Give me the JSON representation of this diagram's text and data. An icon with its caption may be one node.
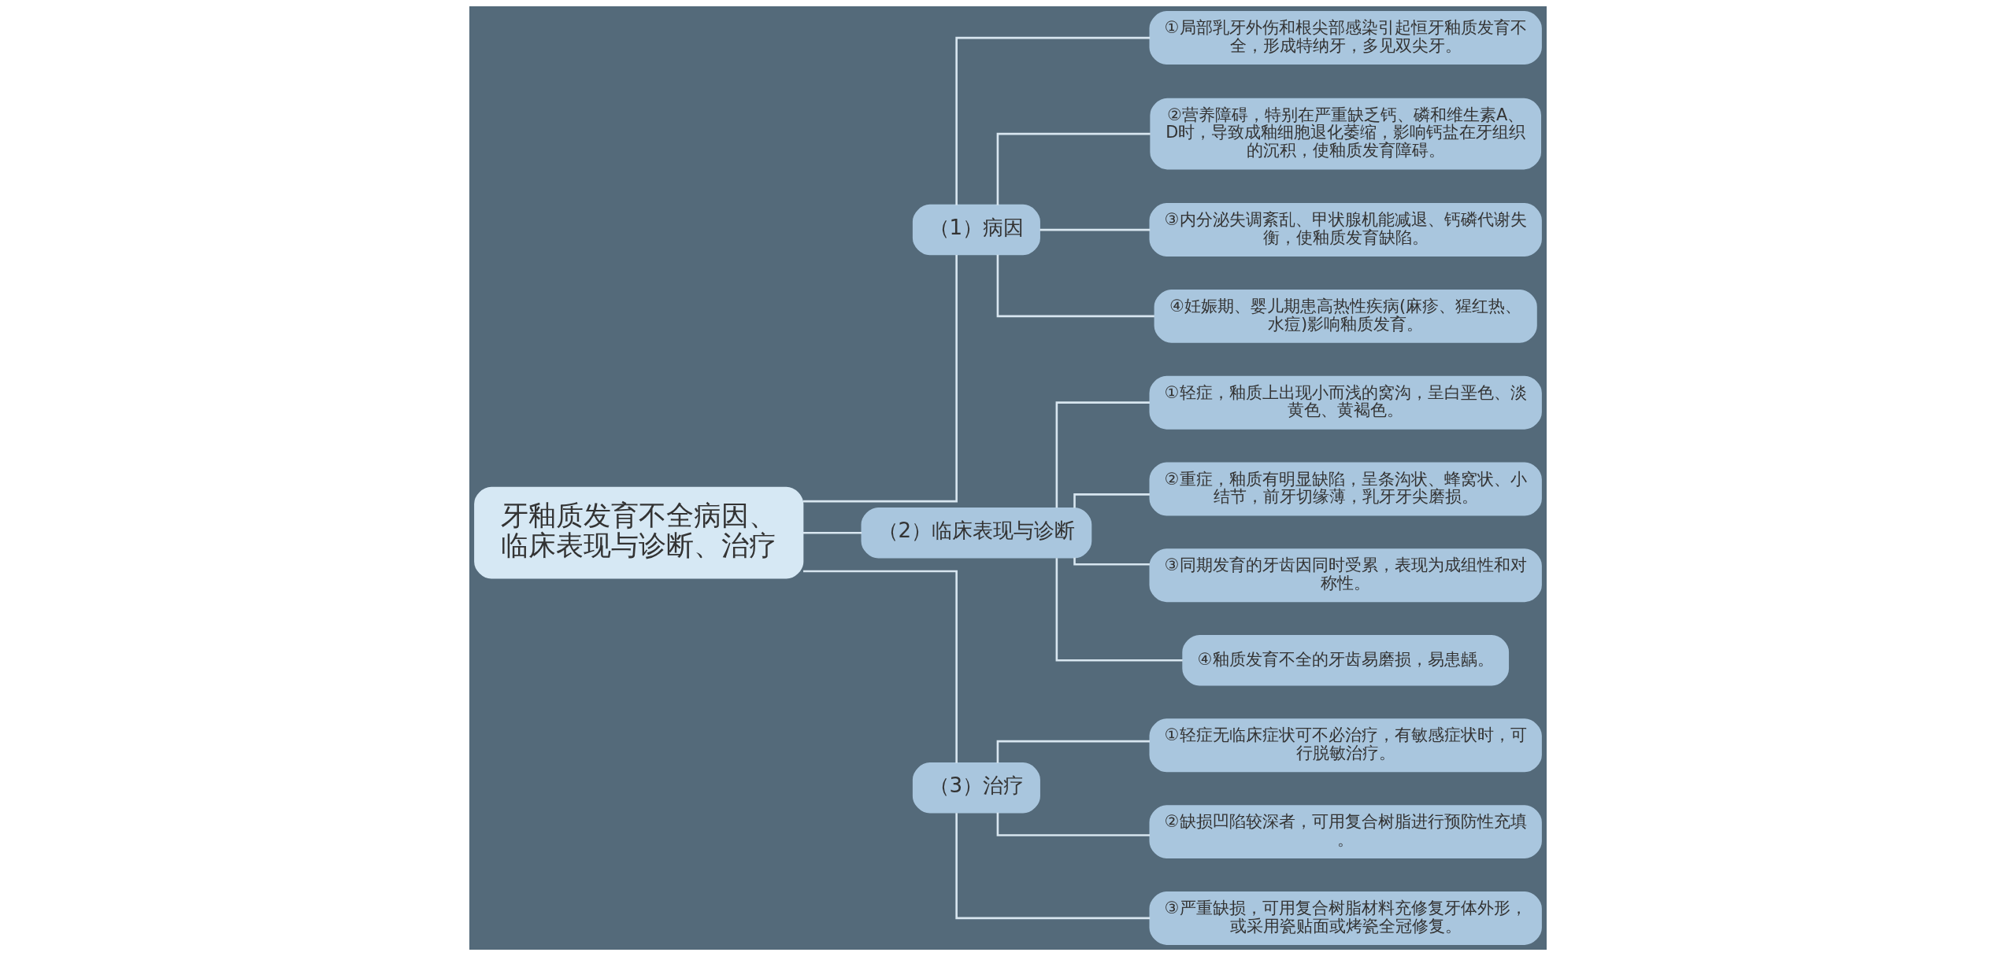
{
  "diagram": {
    "nodes": [
      {
        "text": [
          "牙釉质发育不全病因、临床表现与诊断、治疗"
        ]
      },
      {
        "text": [
          "（1）病因"
        ]
      },
      {
        "text": [
          "①局部乳牙外伤和根尖部感染引起恒牙釉质发育不全，形成特纳牙，多见双尖牙。"
        ]
      },
      {
        "text": [
          "②营养障碍，特别在严重缺乏钙、磷和维生素A、D时，导致成釉细胞退化萎缩，影响钙盐在牙组织的沉积，使釉质发育障碍。"
        ]
      },
      {
        "text": [
          "③内分泌失调紊乱、甲状腺机能减退、钙磷代谢失衡，使釉质发育缺陷。"
        ]
      },
      {
        "text": [
          "④妊娠期、婴儿期患高热性疾病(麻疹、猩红热、水痘)影响釉质发育。"
        ]
      },
      {
        "text": [
          "（2）临床表现与诊断"
        ]
      },
      {
        "text": [
          "①轻症，釉质上出现小而浅的窝沟，呈白垩色、淡黄色、黄褐色。"
        ]
      },
      {
        "text": [
          "②重症，釉质有明显缺陷，呈条沟状、蜂窝状、小结节，前牙切缘薄，乳牙牙尖磨损。"
        ]
      },
      {
        "text": [
          "③同期发育的牙齿因同时受累，表现为成组性和对称性。"
        ]
      },
      {
        "text": [
          "④釉质发育不全的牙齿易磨损，易患龋。"
        ]
      },
      {
        "text": [
          "（3）治疗"
        ]
      },
      {
        "text": [
          "①轻症无临床症状可不必治疗，有敏感症状时，可行脱敏治疗。"
        ]
      },
      {
        "text": [
          "②缺损凹陷较深者，可用复合树脂进行预防性充填。"
        ]
      },
      {
        "text": [
          "③严重缺损，可用复合树脂材料充修复牙体外形，或采用瓷贴面或烤瓷全冠修复。"
        ]
      }
    ],
    "edges": [
      {
        "from": 0,
        "to": 1,
        "arrow": "none"
      },
      {
        "from": 1,
        "to": 2,
        "arrow": "none"
      },
      {
        "from": 1,
        "to": 3,
        "arrow": "none"
      },
      {
        "from": 1,
        "to": 4,
        "arrow": "none"
      },
      {
        "from": 1,
        "to": 5,
        "arrow": "none"
      },
      {
        "from": 0,
        "to": 6,
        "arrow": "none"
      },
      {
        "from": 6,
        "to": 7,
        "arrow": "none"
      },
      {
        "from": 6,
        "to": 8,
        "arrow": "none"
      },
      {
        "from": 6,
        "to": 9,
        "arrow": "none"
      },
      {
        "from": 6,
        "to": 10,
        "arrow": "none"
      },
      {
        "from": 0,
        "to": 11,
        "arrow": "none"
      },
      {
        "from": 11,
        "to": 12,
        "arrow": "none"
      },
      {
        "from": 11,
        "to": 13,
        "arrow": "none"
      },
      {
        "from": 11,
        "to": 14,
        "arrow": "none"
      }
    ]
  }
}
